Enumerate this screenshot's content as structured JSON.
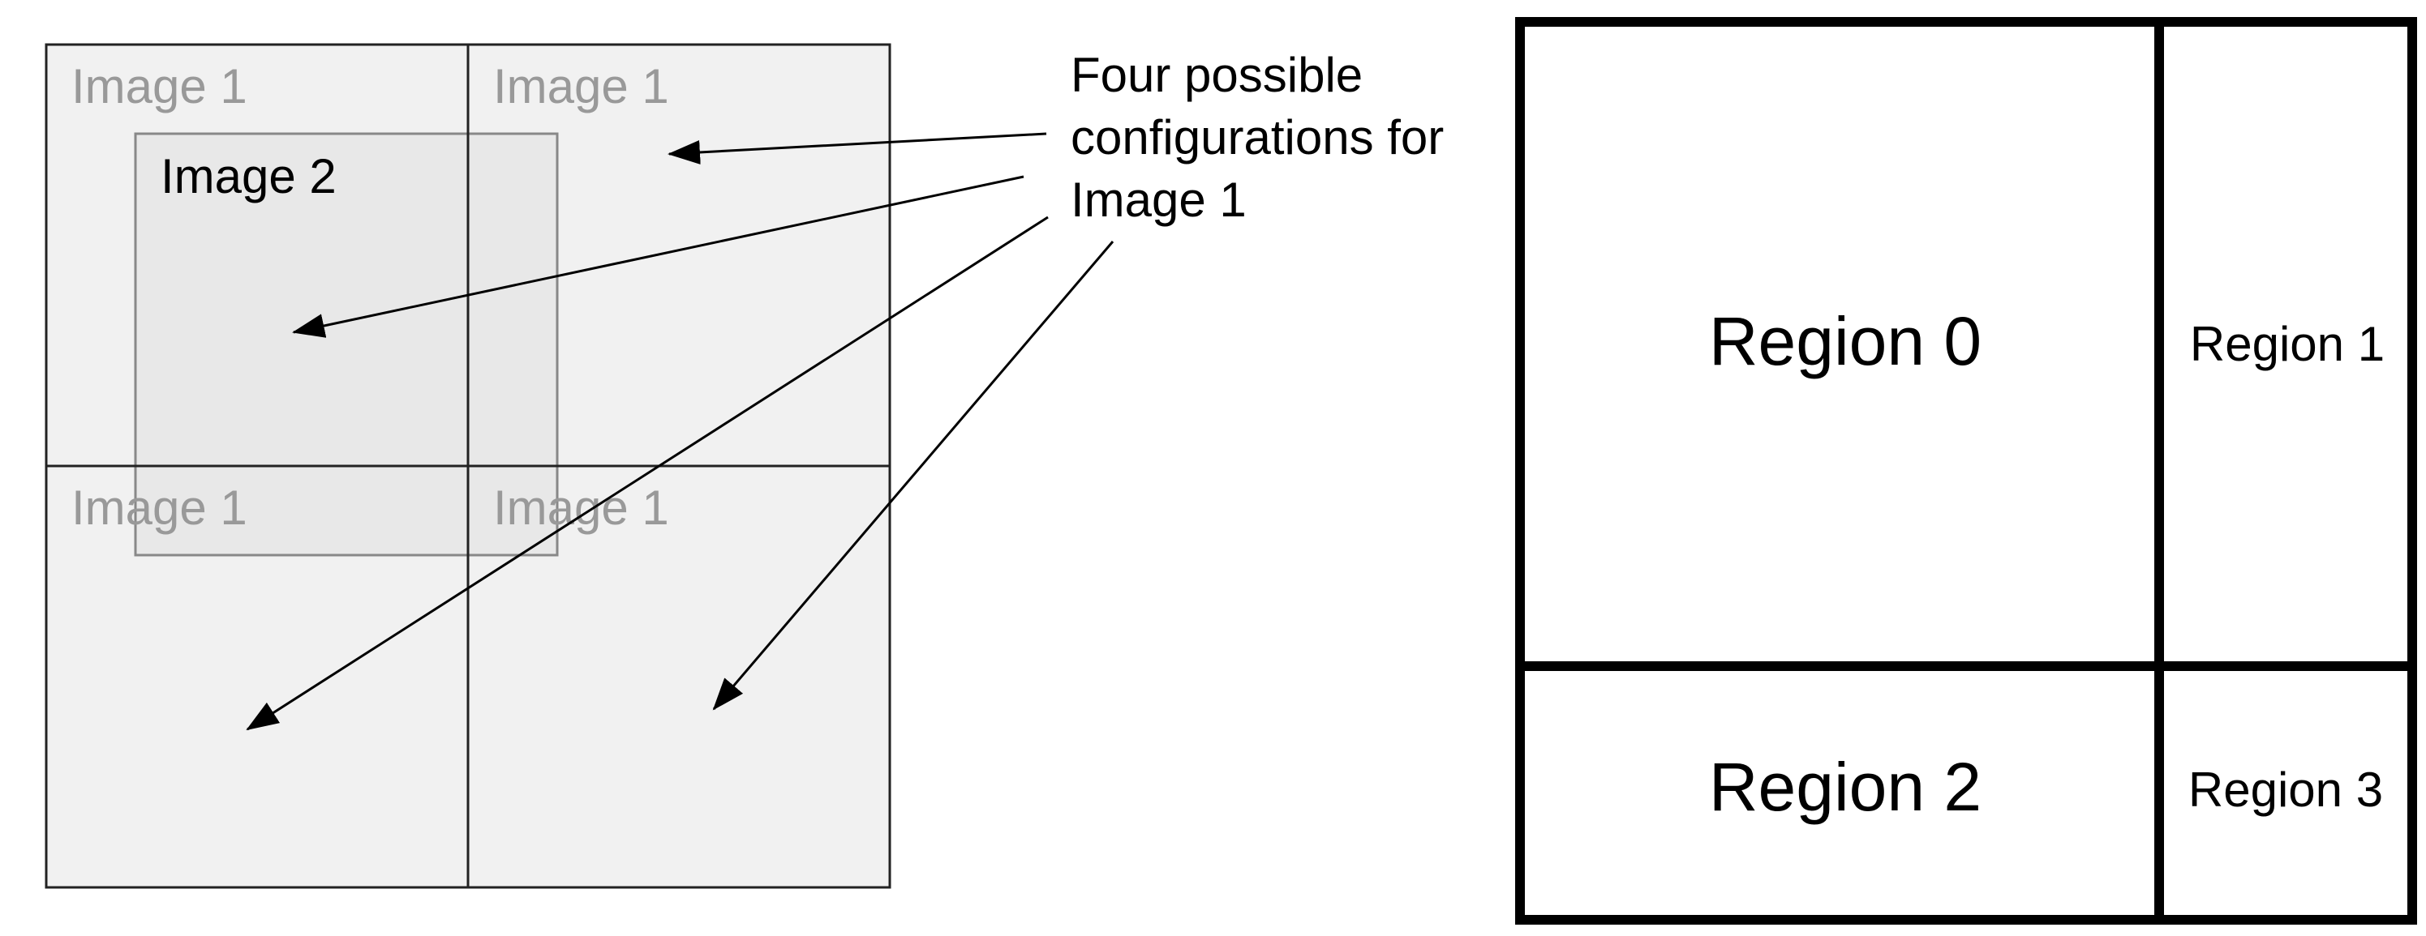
{
  "colors": {
    "background": "#ffffff",
    "tile_fill": "#f1f1f1",
    "overlap_fill": "#e8e8e8",
    "faint_text": "#999999",
    "ink": "#000000"
  },
  "left_panel": {
    "quadrant_labels": [
      "Image 1",
      "Image 1",
      "Image 1",
      "Image 1"
    ],
    "overlay_label": "Image 2",
    "callout": {
      "lines": [
        "Four possible",
        "configurations for",
        "Image 1"
      ]
    }
  },
  "right_panel": {
    "regions": [
      "Region 0",
      "Region 1",
      "Region 2",
      "Region 3"
    ]
  }
}
